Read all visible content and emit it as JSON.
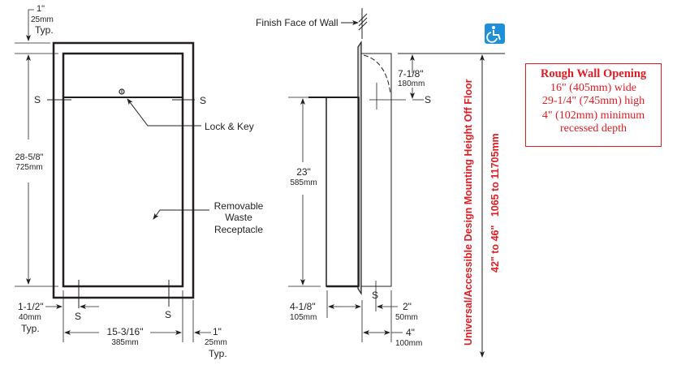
{
  "front_view": {
    "top_margin": {
      "inch": "1\"",
      "mm": "25mm",
      "note": "Typ."
    },
    "height": {
      "inch": "28-5/8\"",
      "mm": "725mm"
    },
    "lock_label": "Lock & Key",
    "receptacle_label": [
      "Removable",
      "Waste",
      "Receptacle"
    ],
    "screw_marker": "S",
    "left_offset": {
      "inch": "1-1/2\"",
      "mm": "40mm",
      "note": "Typ."
    },
    "width": {
      "inch": "15-3/16\"",
      "mm": "385mm"
    },
    "right_margin": {
      "inch": "1\"",
      "mm": "25mm",
      "note": "Typ."
    }
  },
  "side_view": {
    "wall_label": "Finish Face of Wall",
    "top_offset": {
      "inch": "7-1/8\"",
      "mm": "180mm"
    },
    "height": {
      "inch": "23\"",
      "mm": "585mm"
    },
    "flange_depth": {
      "inch": "4-1/8\"",
      "mm": "105mm"
    },
    "screw_offset": {
      "inch": "2\"",
      "mm": "50mm"
    },
    "recess_depth": {
      "inch": "4\"",
      "mm": "100mm"
    },
    "screw_marker": "S"
  },
  "mounting": {
    "label": "Universal/Accessible Design Mounting Height Off Floor",
    "range": "42\" to 46\"   1065 to 11705mm",
    "accessibility_icon": "wheelchair-icon"
  },
  "rough_wall_opening": {
    "title": "Rough Wall Opening",
    "lines": [
      "16\" (405mm) wide",
      "29-1/4\" (745mm) high",
      "4\" (102mm) minimum",
      "recessed depth"
    ]
  },
  "colors": {
    "line": "#231f20",
    "accent_red": "#e11b22",
    "icon_blue": "#1e8fd8"
  }
}
